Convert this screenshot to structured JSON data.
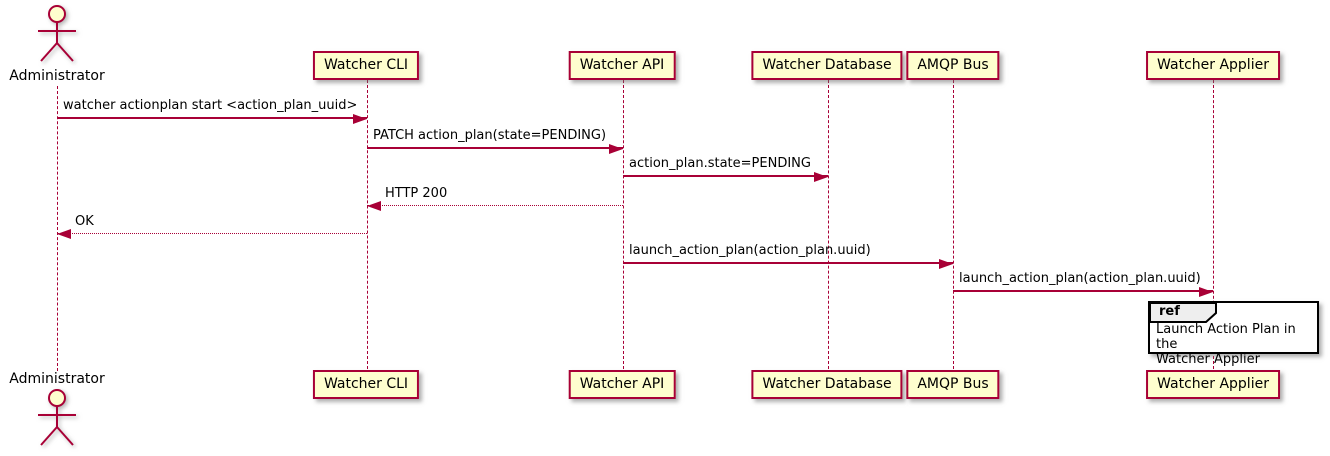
{
  "diagram": {
    "type": "uml-sequence",
    "actor": {
      "name": "Administrator"
    },
    "participants": [
      {
        "name": "Watcher CLI"
      },
      {
        "name": "Watcher API"
      },
      {
        "name": "Watcher Database"
      },
      {
        "name": "AMQP Bus"
      },
      {
        "name": "Watcher Applier"
      }
    ],
    "messages": [
      {
        "text": "watcher actionplan start <action_plan_uuid>",
        "from": "Administrator",
        "to": "Watcher CLI",
        "style": "solid-arrow"
      },
      {
        "text": "PATCH action_plan(state=PENDING)",
        "from": "Watcher CLI",
        "to": "Watcher API",
        "style": "solid-arrow"
      },
      {
        "text": "action_plan.state=PENDING",
        "from": "Watcher API",
        "to": "Watcher Database",
        "style": "solid-arrow"
      },
      {
        "text": "HTTP 200",
        "from": "Watcher API",
        "to": "Watcher CLI",
        "style": "dotted-return"
      },
      {
        "text": "OK",
        "from": "Watcher CLI",
        "to": "Administrator",
        "style": "dotted-return"
      },
      {
        "text": "launch_action_plan(action_plan.uuid)",
        "from": "Watcher API",
        "to": "AMQP Bus",
        "style": "solid-arrow"
      },
      {
        "text": "launch_action_plan(action_plan.uuid)",
        "from": "AMQP Bus",
        "to": "Watcher Applier",
        "style": "solid-arrow"
      }
    ],
    "ref": {
      "keyword": "ref",
      "over": "Watcher Applier",
      "text_line1": "Launch Action Plan in the",
      "text_line2": "Watcher Applier"
    },
    "colors": {
      "participant_fill": "#FEFECE",
      "border": "#A80036",
      "arrow": "#A80036",
      "lifeline": "#A80036",
      "ref_border": "#000000",
      "ref_header_fill": "#EEEEEE",
      "text": "#000000",
      "background": "#FFFFFF"
    }
  }
}
